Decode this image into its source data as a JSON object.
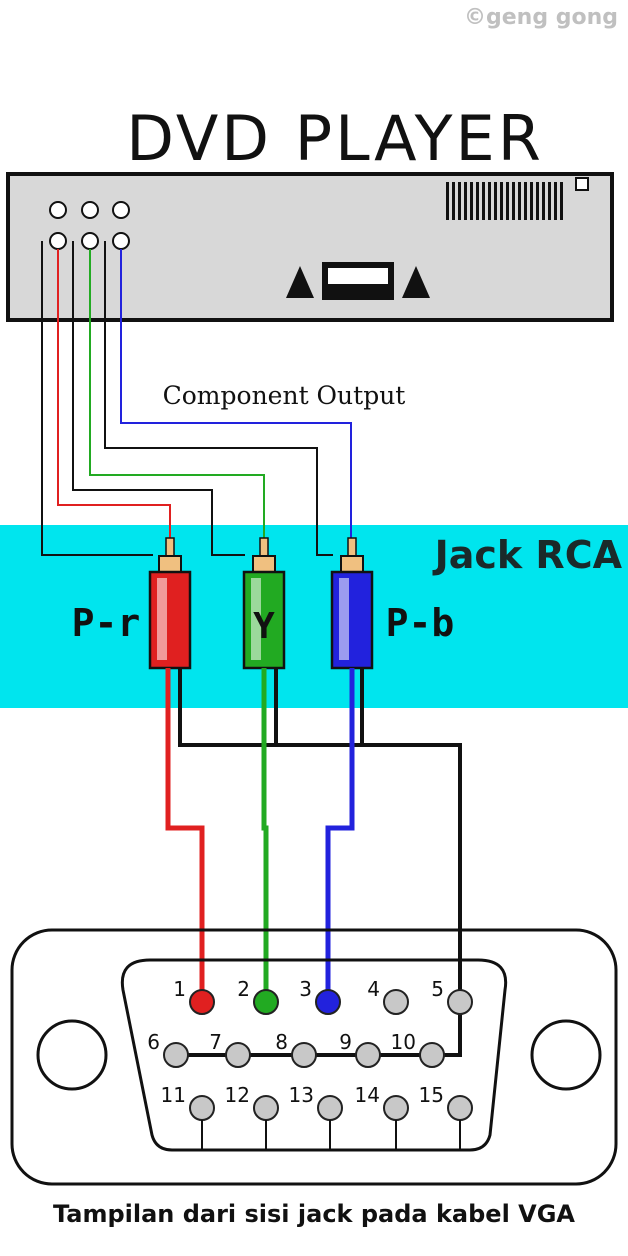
{
  "copyright": "©geng gong",
  "title": "DVD PLAYER",
  "component_label": "Component Output",
  "jack_label": "Jack RCA",
  "plugs": [
    {
      "label": "P-r",
      "color": "#e02020"
    },
    {
      "label": "Y",
      "color": "#22aa22"
    },
    {
      "label": "P-b",
      "color": "#2222dd"
    }
  ],
  "vga_pins": [
    "1",
    "2",
    "3",
    "4",
    "5",
    "6",
    "7",
    "8",
    "9",
    "10",
    "11",
    "12",
    "13",
    "14",
    "15"
  ],
  "caption": "Tampilan dari sisi jack pada kabel VGA",
  "colors": {
    "band": "#00e5ee",
    "panel": "#d8d8d8",
    "red": "#e02020",
    "green": "#22aa22",
    "blue": "#2222dd",
    "pin": "#c8c8c8"
  }
}
